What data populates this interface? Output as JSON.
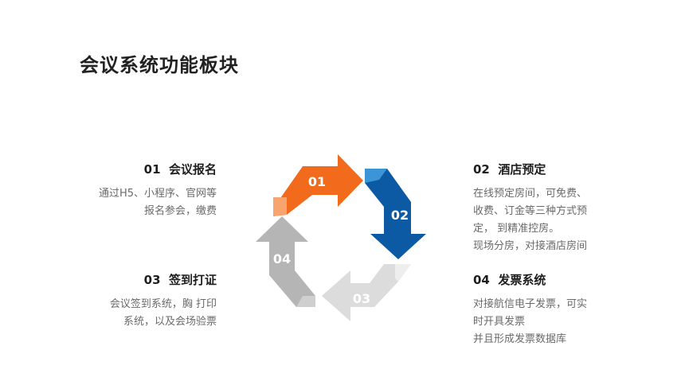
{
  "title": "会议系统功能板块",
  "steps": [
    {
      "num": "01",
      "name": "会议报名",
      "lines": [
        "通过H5、小程序、官网等",
        "报名参会，缴费"
      ],
      "color": "#f26a1b"
    },
    {
      "num": "02",
      "name": "酒店预定",
      "lines": [
        "在线预定房间，可免费、",
        "收费、订金等三种方式预",
        "定，    到精准控房。",
        "现场分房，对接酒店房间"
      ],
      "color": "#0b5aa3"
    },
    {
      "num": "03",
      "name": "签到打证",
      "lines": [
        "会议签到系统，胸    打印",
        "系统，以及会场验票"
      ],
      "color": "#d9d9d9"
    },
    {
      "num": "04",
      "name": "发票系统",
      "lines": [
        "对接航信电子发票，可实",
        "时开具发票",
        "并且形成发票数据库"
      ],
      "color": "#b3b3b3"
    }
  ]
}
